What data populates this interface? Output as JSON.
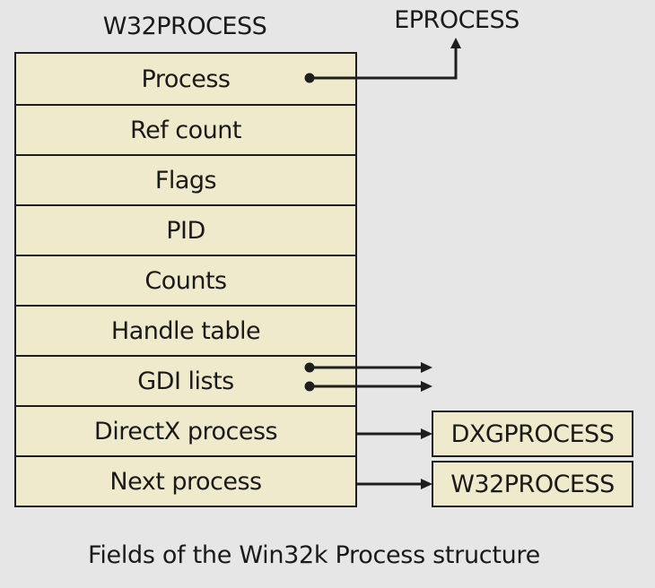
{
  "diagram": {
    "struct_title": "W32PROCESS",
    "eprocess_label": "EPROCESS",
    "fields": [
      "Process",
      "Ref count",
      "Flags",
      "PID",
      "Counts",
      "Handle table",
      "GDI lists",
      "DirectX process",
      "Next process"
    ],
    "targets": {
      "dxgprocess": "DXGPROCESS",
      "next_w32process": "W32PROCESS"
    },
    "caption": "Fields of the Win32k Process structure"
  },
  "colors": {
    "background": "#e6e6e6",
    "field_fill": "#efeacb",
    "line": "#1e1e1e"
  }
}
